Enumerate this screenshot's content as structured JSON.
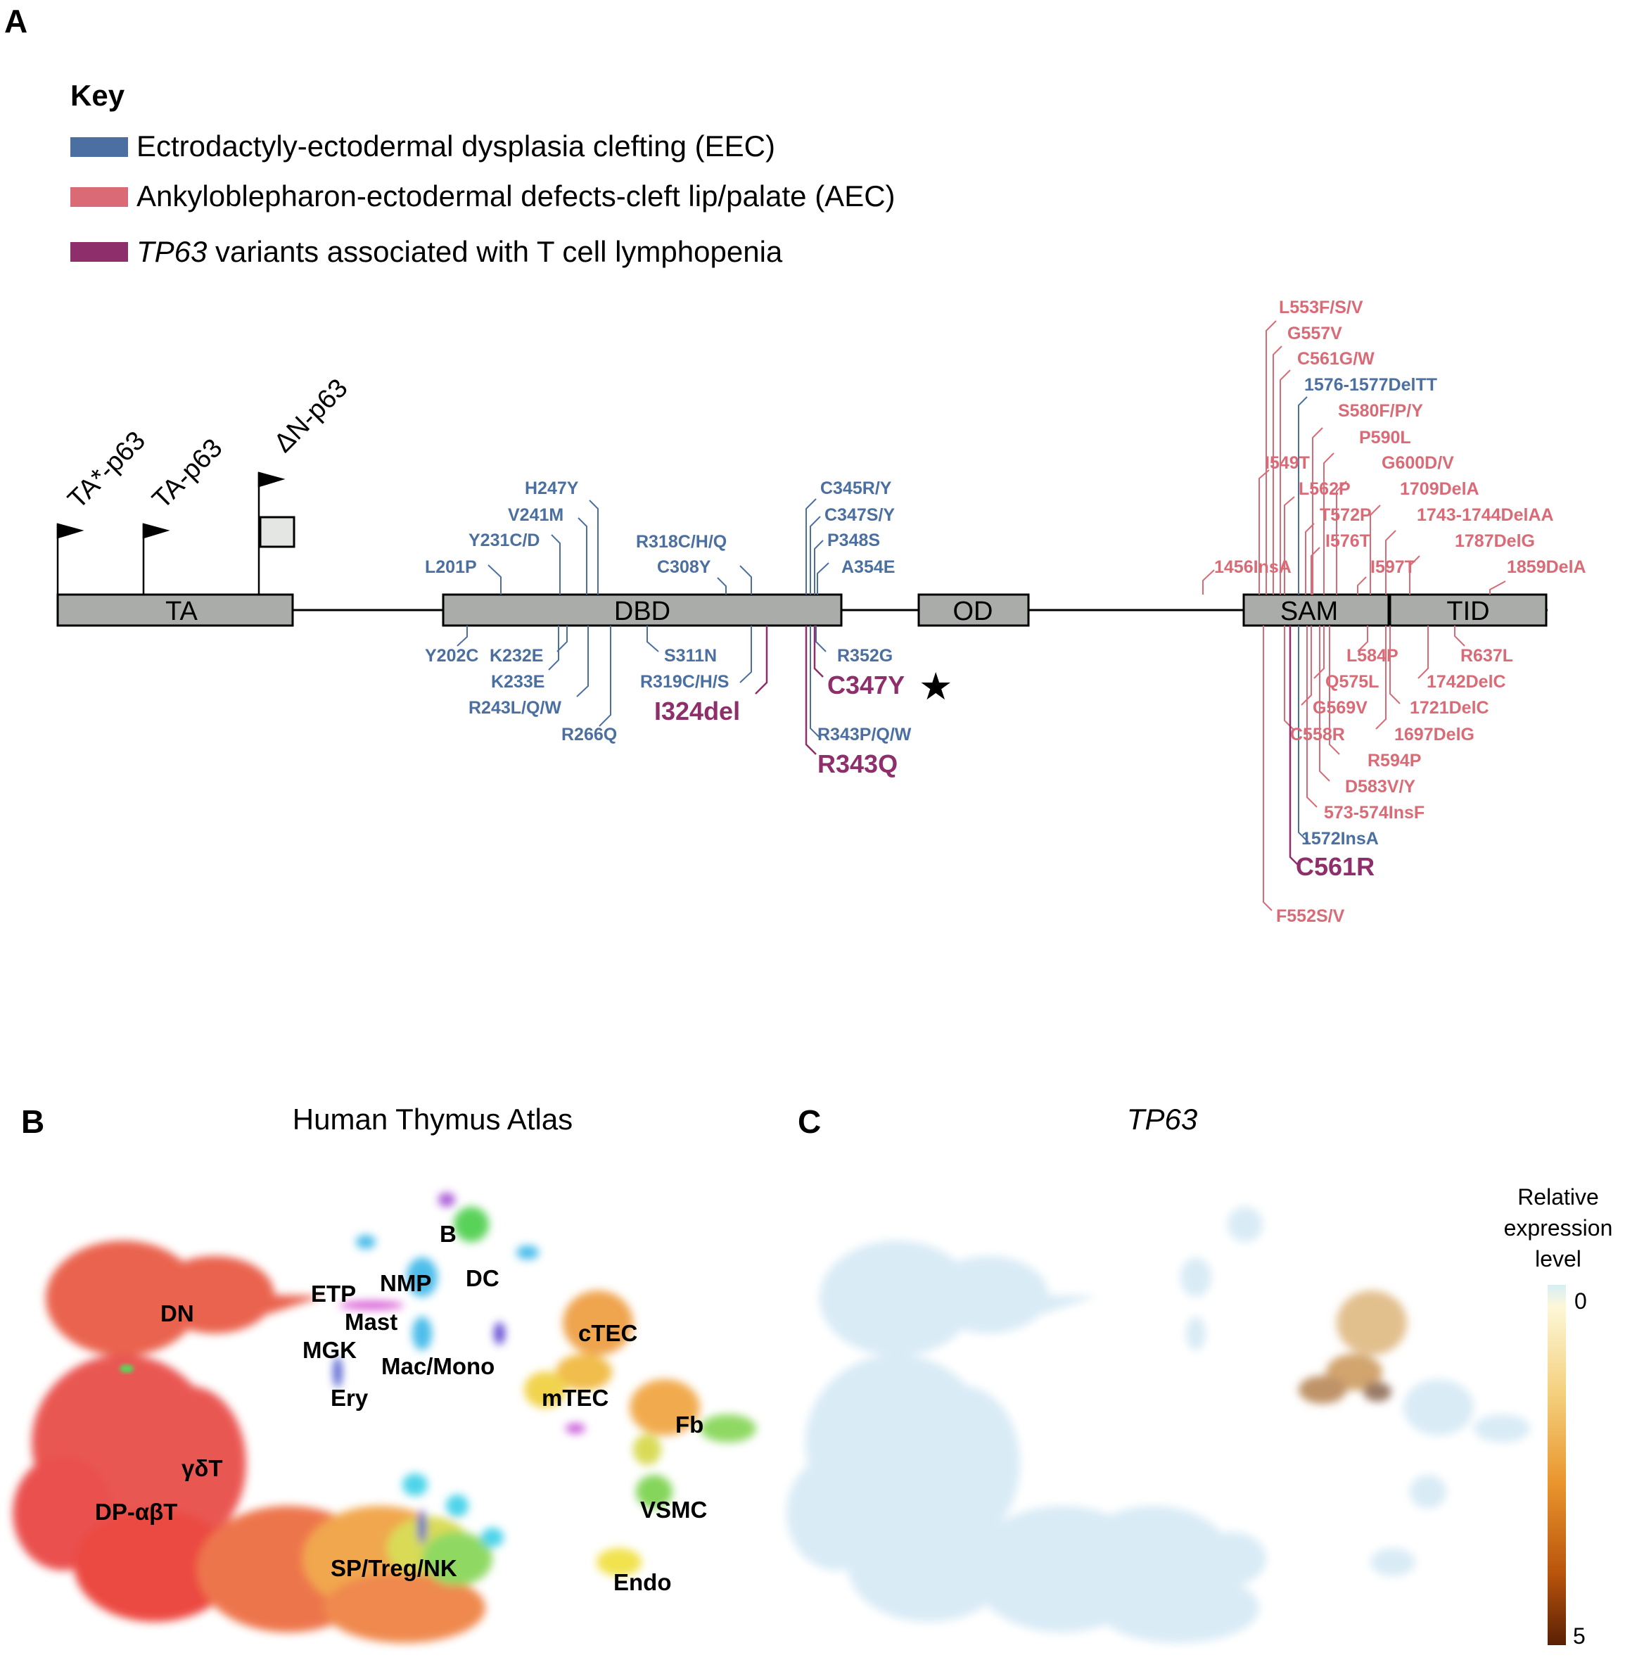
{
  "panels": {
    "a": "A",
    "b": "B",
    "c": "C"
  },
  "colors": {
    "eec": "#4a6fa0",
    "aec": "#d96a76",
    "tcell": "#8e2e6a",
    "domain": "#a9aca9"
  },
  "key": {
    "title": "Key",
    "eec": "Ectrodactyly-ectodermal dysplasia clefting (EEC)",
    "aec": "Ankyloblepharon-ectodermal defects-cleft lip/palate (AEC)",
    "tcell_italic": "TP63",
    "tcell_rest": " variants associated with T cell lymphopenia"
  },
  "promoters": [
    "TA*-p63",
    "TA-p63",
    "ΔN-p63"
  ],
  "domains": [
    "TA",
    "DBD",
    "OD",
    "SAM",
    "TID"
  ],
  "mutations": {
    "dbd_top": [
      "H247Y",
      "V241M",
      "Y231C/D",
      "L201P",
      "R318C/H/Q",
      "C308Y",
      "C345R/Y",
      "C347S/Y",
      "P348S",
      "A354E"
    ],
    "dbd_bottom_eec": [
      "Y202C",
      "K232E",
      "K233E",
      "R243L/Q/W",
      "R266Q",
      "S311N",
      "R319C/H/S",
      "R352G",
      "R343P/Q/W"
    ],
    "dbd_tcell": [
      "I324del",
      "C347Y",
      "R343Q"
    ],
    "star": "★",
    "sam_top": [
      "L553F/S/V",
      "G557V",
      "C561G/W",
      "1576-1577DelTT",
      "S580F/P/Y",
      "P590L",
      "I549T",
      "G600D/V",
      "L562P",
      "1709DelA",
      "T572P",
      "1743-1744DelAA",
      "I576T",
      "1787DelG",
      "1456InsA",
      "I597T",
      "1859DelA"
    ],
    "sam_bottom": [
      "L584P",
      "R637L",
      "Q575L",
      "1742DelC",
      "G569V",
      "1721DelC",
      "C558R",
      "1697DelG",
      "R594P",
      "D583V/Y",
      "573-574InsF",
      "1572InsA",
      "C561R",
      "F552S/V"
    ]
  },
  "panel_b": {
    "title": "Human Thymus Atlas",
    "labels": [
      "B",
      "DC",
      "ETP",
      "NMP",
      "DN",
      "Mast",
      "MGK",
      "Mac/Mono",
      "Ery",
      "cTEC",
      "mTEC",
      "Fb",
      "γδT",
      "DP-αβT",
      "VSMC",
      "SP/Treg/NK",
      "Endo"
    ]
  },
  "panel_c": {
    "title": "TP63",
    "colorbar_title": [
      "Relative",
      "expression",
      "level"
    ],
    "colorbar_min": "0",
    "colorbar_max": "5"
  }
}
